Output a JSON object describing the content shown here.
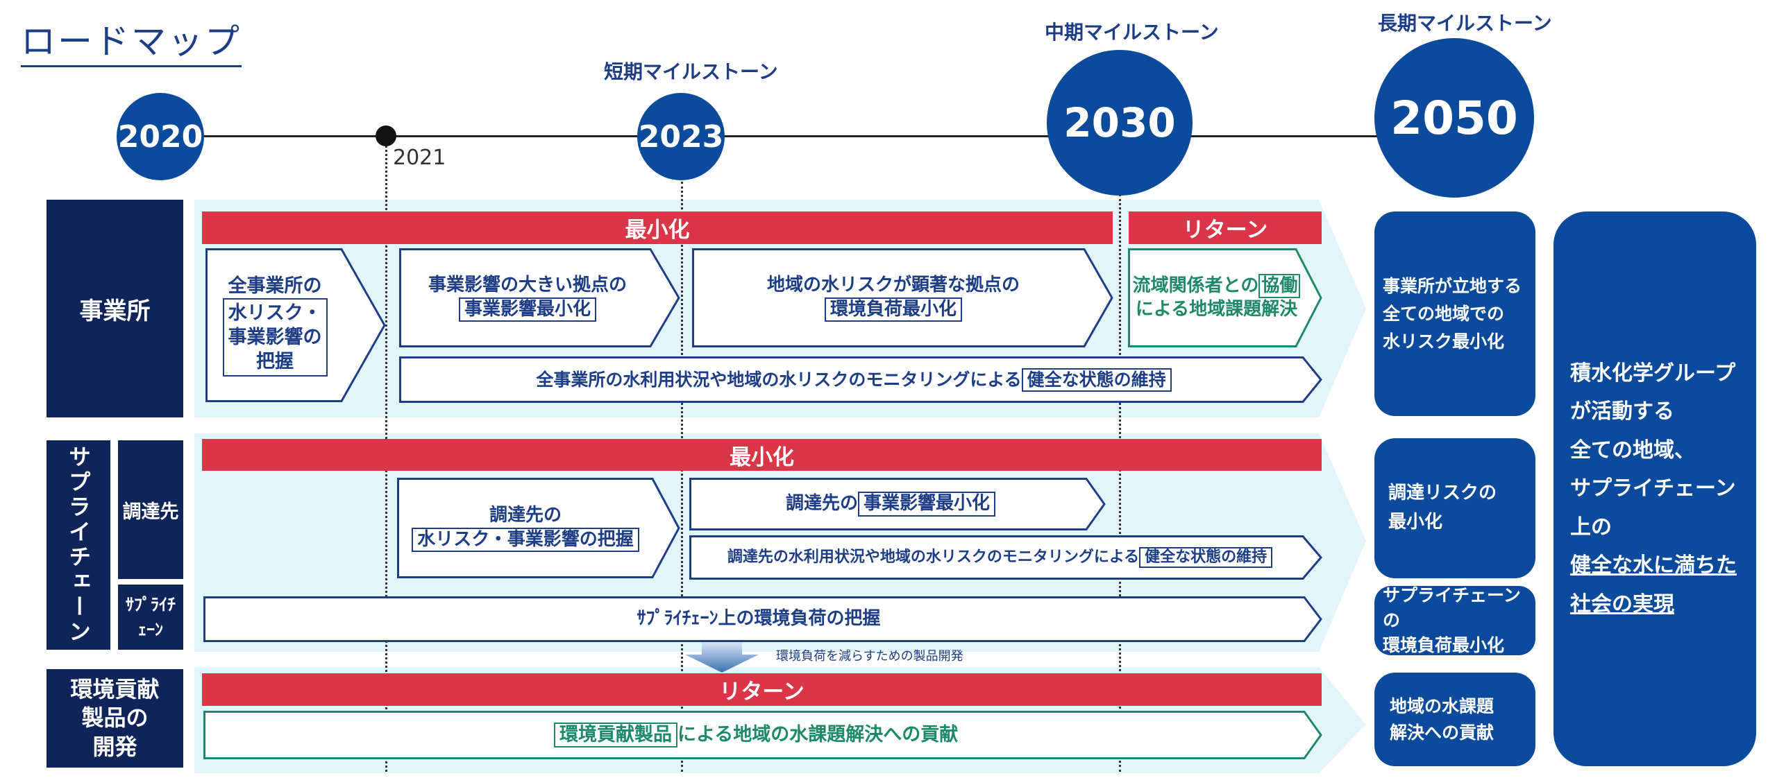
{
  "page": {
    "title": "ロードマップ"
  },
  "timeline": {
    "points": [
      {
        "year": "2020"
      },
      {
        "year": "2021"
      },
      {
        "year": "2023",
        "label": "短期マイルストーン"
      },
      {
        "year": "2030",
        "label": "中期マイルストーン"
      },
      {
        "year": "2050",
        "label": "長期マイルストーン"
      }
    ]
  },
  "categories": {
    "office": "事業所",
    "supply_chain": "サプライチェーン",
    "suppliers": "調達先",
    "supply_chain_sub": "ｻﾌﾟﾗｲﾁｪｰﾝ",
    "products_line1": "環境貢献",
    "products_line2": "製品の",
    "products_line3": "開発"
  },
  "bars": {
    "office_minimize": "最小化",
    "office_return": "リターン",
    "supply_minimize": "最小化",
    "products_return": "リターン"
  },
  "office": {
    "step1": {
      "line1": "全事業所の",
      "line2": "水リスク・",
      "line3": "事業影響の",
      "line4": "把握"
    },
    "step2": {
      "line1": "事業影響の大きい拠点の",
      "hl": "事業影響最小化"
    },
    "step3": {
      "line1": "地域の水リスクが顕著な拠点の",
      "hl": "環境負荷最小化"
    },
    "step4": {
      "pre": "流域関係者との",
      "hl": "協働",
      "line2": "による地域課題解決"
    },
    "monitor": {
      "pre": "全事業所の水利用状況や地域の水リスクのモニタリングによる",
      "hl": "健全な状態の維持"
    }
  },
  "suppliers": {
    "step1": {
      "line1": "調達先の",
      "hl": "水リスク・事業影響の把握"
    },
    "step2": {
      "pre": "調達先の",
      "hl": "事業影響最小化"
    },
    "monitor": {
      "pre": "調達先の水利用状況や地域の水リスクのモニタリングによる",
      "hl": "健全な状態の維持"
    },
    "supply_chain_text": "ｻﾌﾟﾗｲﾁｪｰﾝ上の環境負荷の把握",
    "dev_note": "環境負荷を減らすための製品開発"
  },
  "products": {
    "text": {
      "hl": "環境貢献製品",
      "post": "による地域の水課題解決への貢献"
    }
  },
  "outcomes": {
    "office": {
      "line1": "事業所が立地する",
      "line2": "全ての地域での",
      "line3": "水リスク最小化"
    },
    "suppliers": {
      "line1": "調達リスクの",
      "line2": "最小化"
    },
    "supply_chain": {
      "line1": "サプライチェーンの",
      "line2": "環境負荷最小化"
    },
    "products": {
      "line1": "地域の水課題",
      "line2": "解決への貢献"
    }
  },
  "final_goal": {
    "line1": "積水化学グループ",
    "line2": "が活動する",
    "line3": "全ての地域、",
    "line4": "サプライチェーン上の",
    "line5": "健全な水に満ちた",
    "line6": "社会の実現"
  },
  "colors": {
    "navy": "#0f2559",
    "blue": "#0c4a9b",
    "red": "#db3548",
    "green": "#1c8a6a",
    "lane": "#e2f5fb",
    "text_blue": "#1d3e86"
  }
}
